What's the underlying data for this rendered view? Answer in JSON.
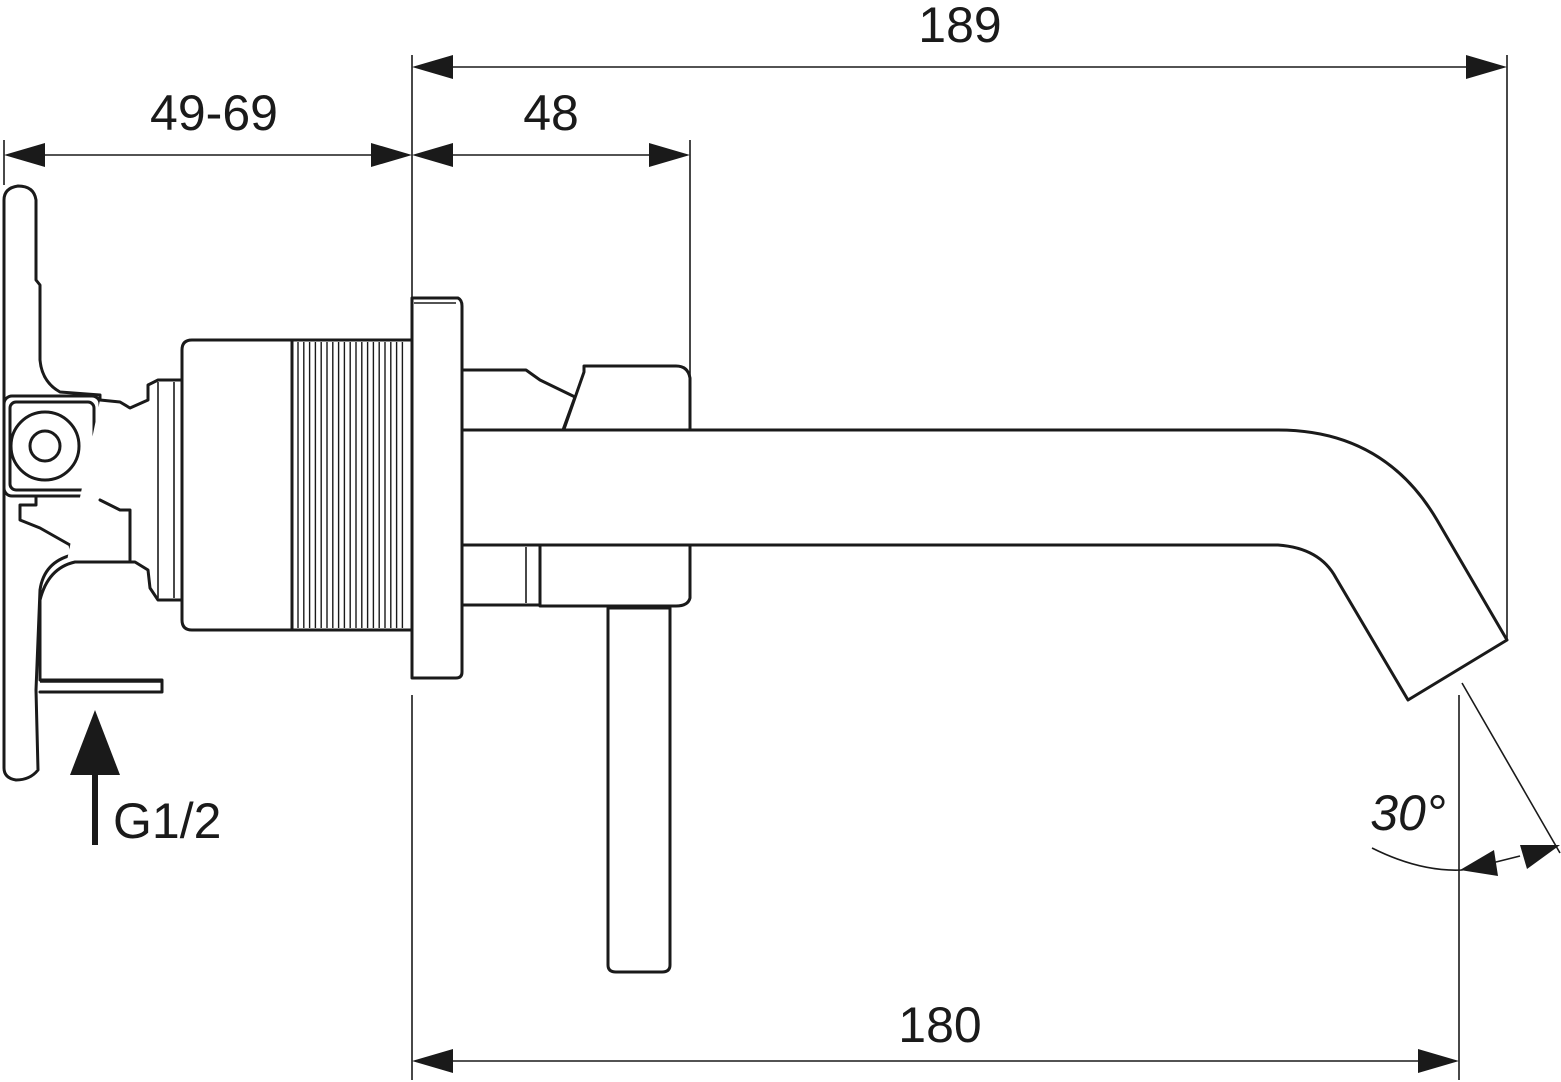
{
  "dimensions": {
    "total_length": "189",
    "wall_adjustment": "49-69",
    "rosette_depth": "48",
    "spout_projection": "180",
    "outlet_angle": "30°",
    "inlet_thread": "G1/2"
  },
  "colors": {
    "line": "#1a1a1a",
    "background": "#ffffff"
  }
}
